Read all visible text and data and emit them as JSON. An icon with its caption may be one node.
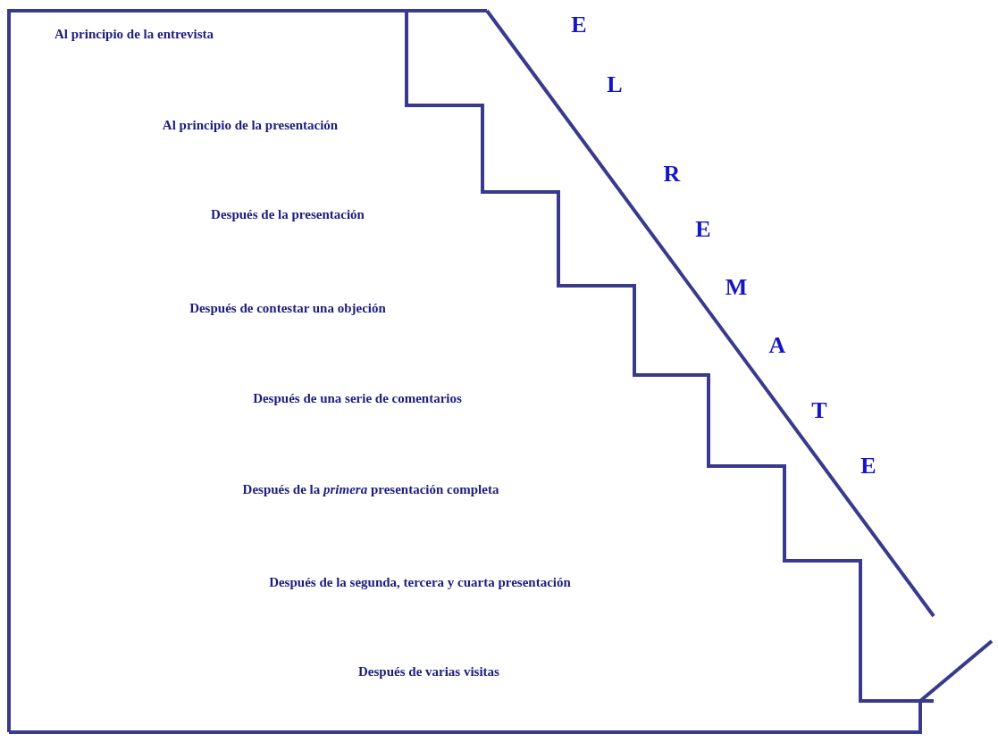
{
  "diagram": {
    "labels": [
      "Al principio de la entrevista",
      "E",
      "L",
      "Al principio de la presentación",
      "R",
      "Después de la presentación",
      "E",
      "M",
      "Después de contestar una objeción",
      "A",
      "Después de una serie de comentarios",
      "T",
      "E",
      "Después de la *primera* presentación completa",
      "Después de la segunda, tercera y cuarta presentación",
      "Después de varias visitas"
    ]
  }
}
